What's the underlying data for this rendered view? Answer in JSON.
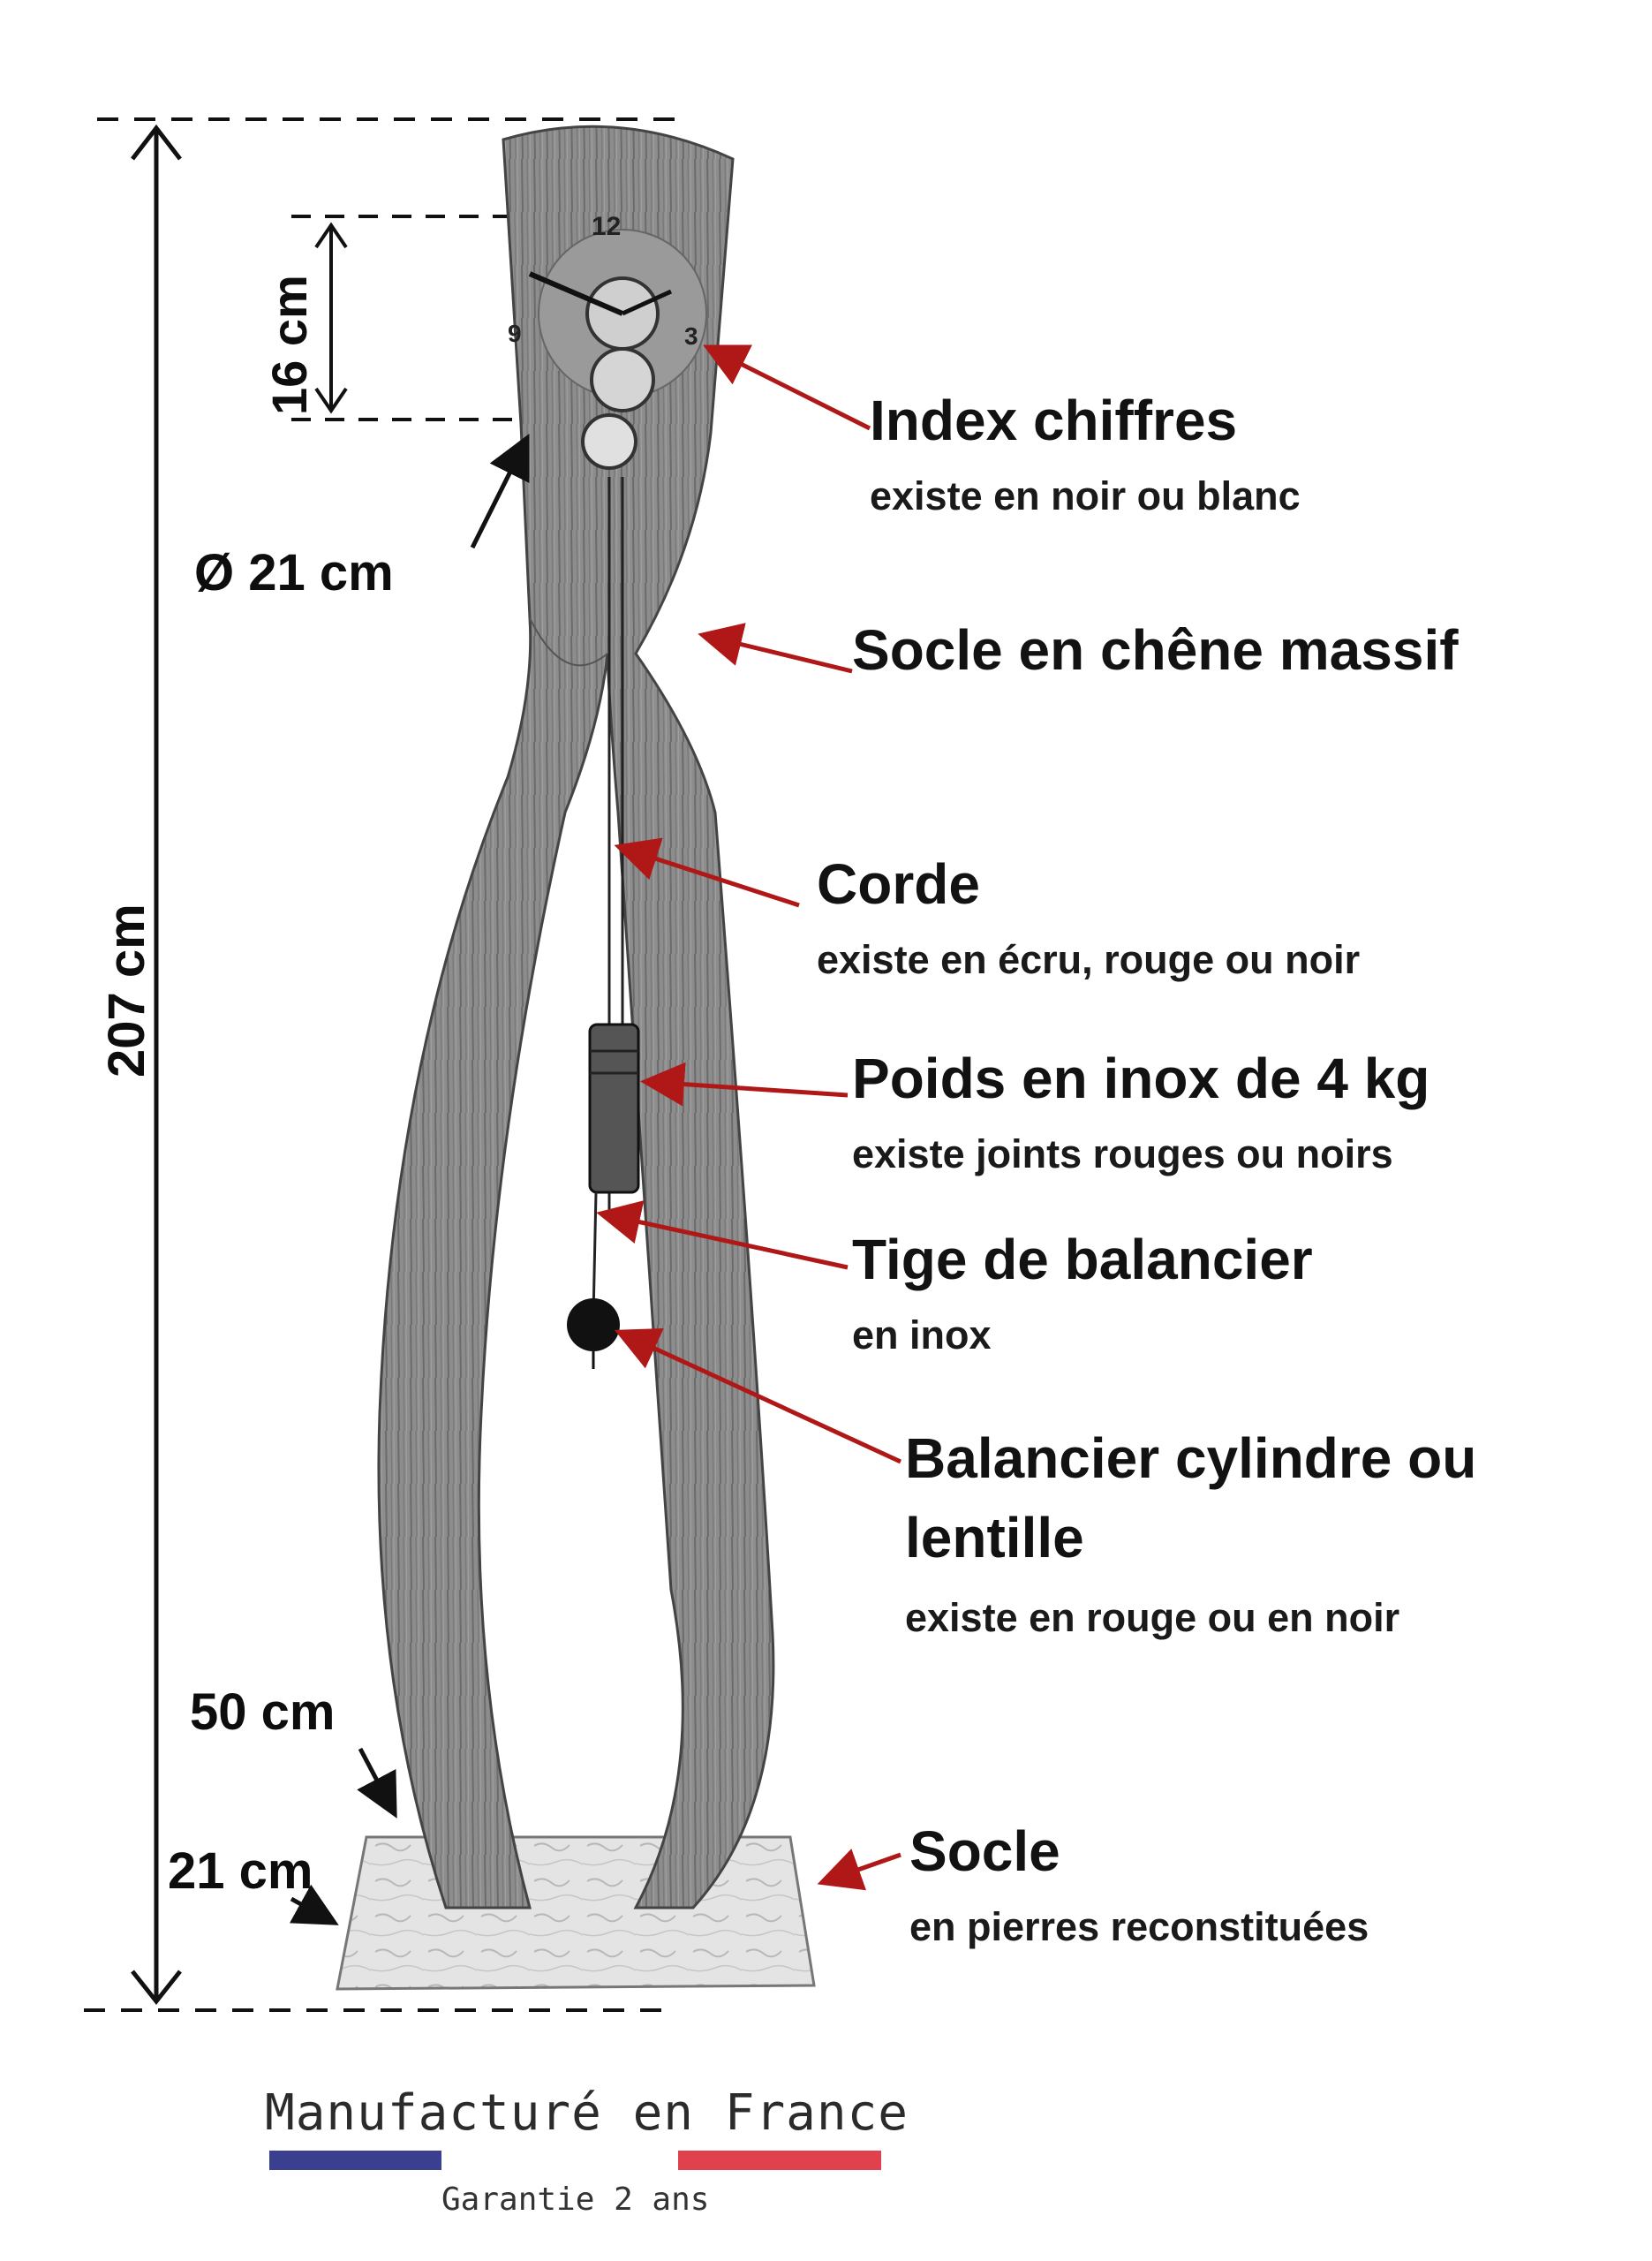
{
  "dimensions": {
    "height_total": "207 cm",
    "dial_height": "16 cm",
    "dial_diameter": "Ø 21 cm",
    "base_width": "50 cm",
    "base_depth": "21 cm"
  },
  "labels": {
    "index": {
      "title": "Index chiffres",
      "sub": "existe en noir ou blanc"
    },
    "socle_chene": {
      "title": "Socle en chêne massif"
    },
    "corde": {
      "title": "Corde",
      "sub": "existe en écru, rouge ou noir"
    },
    "poids": {
      "title": "Poids en inox de 4 kg",
      "sub": "existe joints rouges ou noirs"
    },
    "tige": {
      "title": "Tige de balancier",
      "sub": "en inox"
    },
    "balancier": {
      "title_line1": "Balancier cylindre ou",
      "title_line2": "lentille",
      "sub": "existe en rouge ou en noir"
    },
    "socle_pierre": {
      "title": "Socle",
      "sub": "en pierres reconstituées"
    }
  },
  "dial_numbers": {
    "twelve": "12",
    "three": "3",
    "nine": "9"
  },
  "footer": {
    "brand": "Manufacturé en France",
    "guarantee": "Garantie 2 ans",
    "flag_colors": {
      "blue": "#3b3f8f",
      "red": "#e0414c"
    }
  },
  "colors": {
    "arrow_red": "#b01818",
    "wood": "#8a8a8a",
    "stone": "#e6e6e6"
  }
}
